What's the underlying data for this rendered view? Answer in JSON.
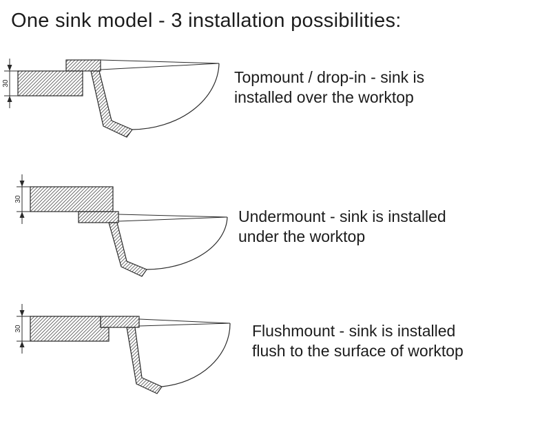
{
  "title": "One sink model - 3 installation possibilities:",
  "diagrams": [
    {
      "name": "topmount",
      "dimension_label": "30",
      "description_line1": "Topmount / drop-in - sink is",
      "description_line2": "installed over the worktop"
    },
    {
      "name": "undermount",
      "dimension_label": "30",
      "description_line1": "Undermount - sink is installed",
      "description_line2": "under the worktop"
    },
    {
      "name": "flushmount",
      "dimension_label": "30",
      "description_line1": "Flushmount - sink is installed",
      "description_line2": "flush to the surface of worktop"
    }
  ],
  "colors": {
    "ink": "#1c1c1c",
    "line": "#2a2a2a",
    "hatch": "#555555",
    "background": "#ffffff"
  }
}
